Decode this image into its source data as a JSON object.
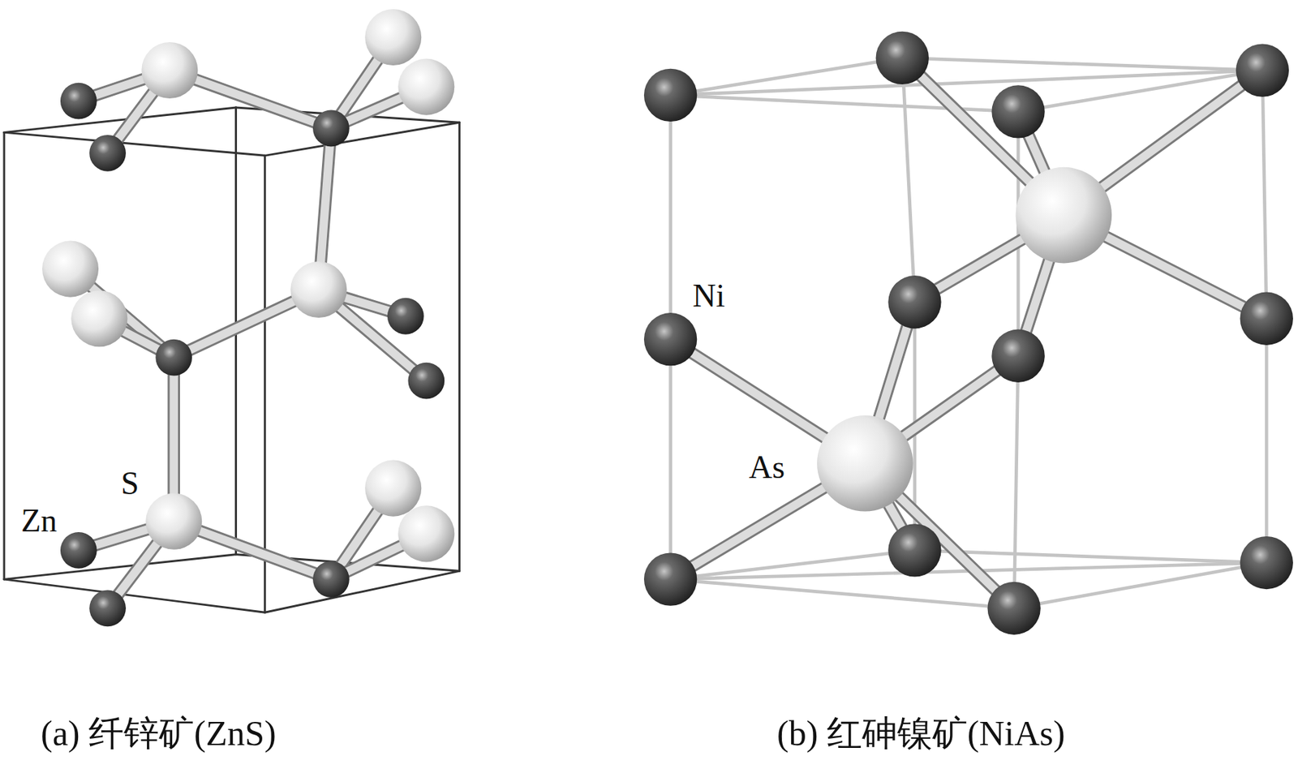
{
  "diagram": {
    "labels": [
      "Zn",
      "S",
      "Ni",
      "As",
      "(a) 纤锌矿(ZnS)",
      "(b) 红砷镍矿(NiAs)"
    ]
  }
}
